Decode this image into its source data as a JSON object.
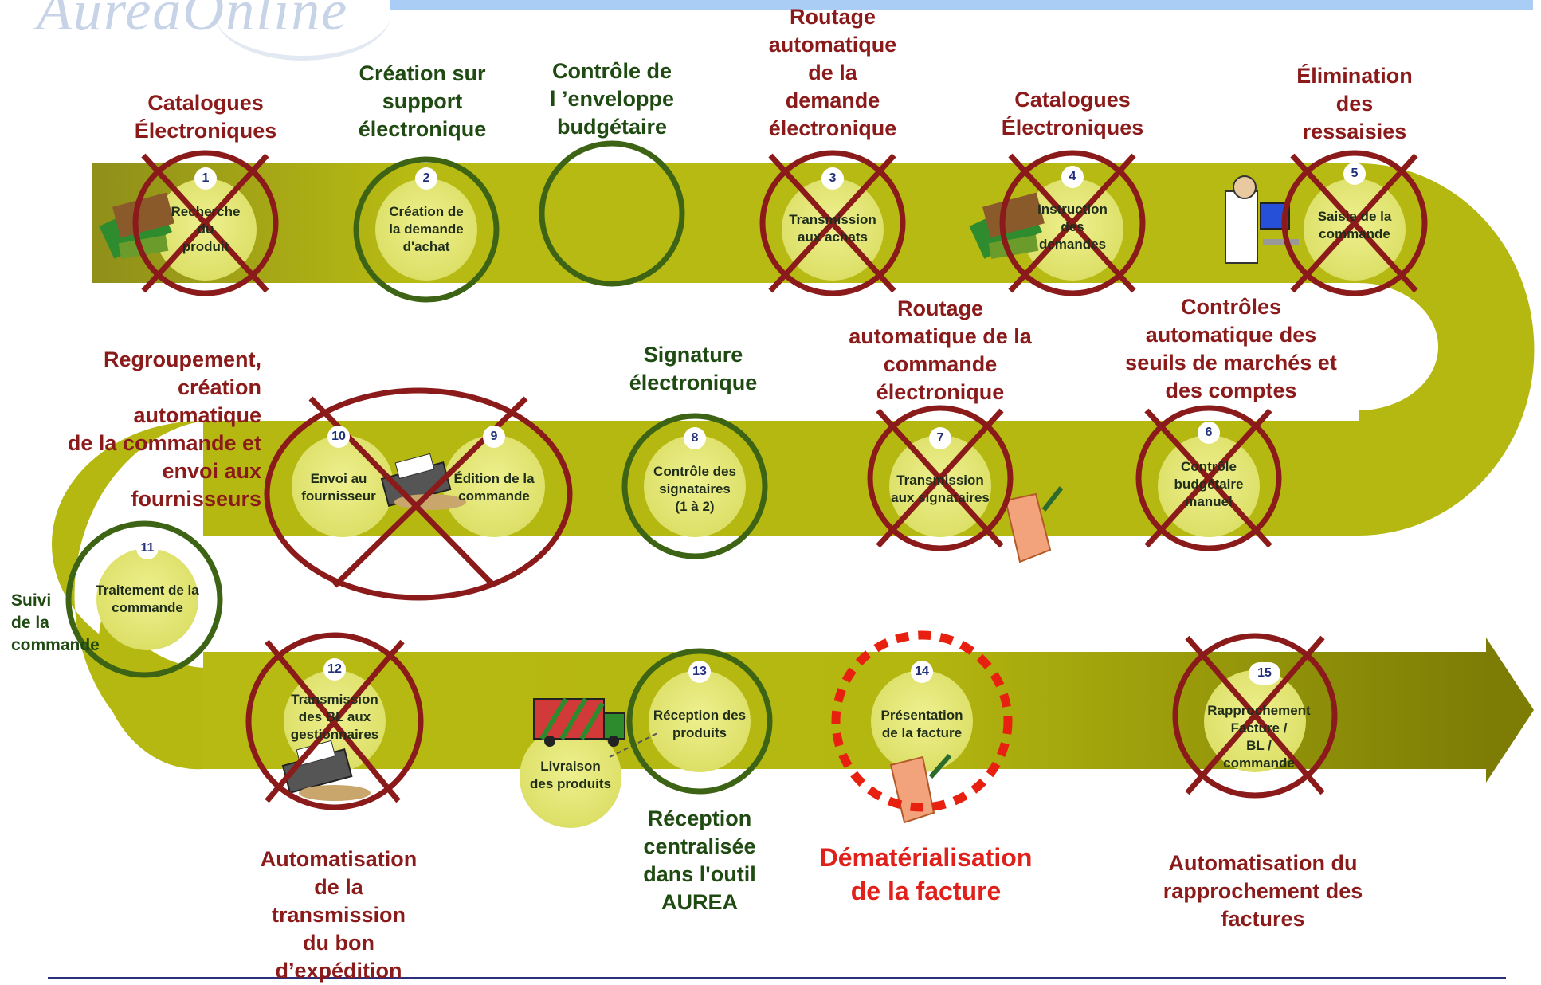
{
  "logo": {
    "text": "AureaOnline"
  },
  "colors": {
    "band": "#b5b811",
    "band_dark": "#8a8a00",
    "node": "#e2e47a",
    "cross_red": "#8b1a1a",
    "circle_green": "#3d6414",
    "highlight": "#e82010",
    "caption_red": "#8b1a1a",
    "caption_green": "#1f4a12"
  },
  "captions": {
    "c1": [
      "Catalogues",
      "Électroniques"
    ],
    "c2": [
      "Création sur",
      "support",
      "électronique"
    ],
    "c_budget": [
      "Contrôle de",
      "l ’enveloppe",
      "budgétaire"
    ],
    "c3": [
      "Routage",
      "automatique",
      "de la",
      "demande",
      "électronique"
    ],
    "c4": [
      "Catalogues",
      "Électroniques"
    ],
    "c5": [
      "Élimination",
      "des",
      "ressaisies"
    ],
    "c_regroup": [
      "Regroupement,",
      "création",
      "automatique",
      "de la commande et",
      "envoi aux",
      "fournisseurs"
    ],
    "c8": [
      "Signature",
      "électronique"
    ],
    "c7": [
      "Routage",
      "automatique de la",
      "commande",
      "électronique"
    ],
    "c6": [
      "Contrôles",
      "automatique des",
      "seuils de marchés et",
      "des comptes"
    ],
    "c_suivi": [
      "Suivi",
      "de la",
      "commande"
    ],
    "c12": [
      "Automatisation",
      "de la",
      "transmission",
      "du bon",
      "d’expédition"
    ],
    "c13": [
      "Réception",
      "centralisée",
      "dans l'outil",
      "AUREA"
    ],
    "c14": [
      "Dématérialisation",
      "de la facture"
    ],
    "c15": [
      "Automatisation du",
      "rapprochement des",
      "factures"
    ]
  },
  "nodes": {
    "n1": {
      "num": "1",
      "label": [
        "Recherche",
        "du",
        "produit"
      ]
    },
    "n2": {
      "num": "2",
      "label": [
        "Création de",
        "la demande",
        "d'achat"
      ]
    },
    "n3": {
      "num": "3",
      "label": [
        "Transmission",
        "aux achats"
      ]
    },
    "n4": {
      "num": "4",
      "label": [
        "Instruction",
        "des",
        "demandes"
      ]
    },
    "n5": {
      "num": "5",
      "label": [
        "Saisie de la",
        "commande"
      ]
    },
    "n6": {
      "num": "6",
      "label": [
        "Contrôle",
        "budgétaire",
        "manuel"
      ]
    },
    "n7": {
      "num": "7",
      "label": [
        "Transmission",
        "aux signataires"
      ]
    },
    "n8": {
      "num": "8",
      "label": [
        "Contrôle des",
        "signataires",
        "(1 à 2)"
      ]
    },
    "n9": {
      "num": "9",
      "label": [
        "Édition de la",
        "commande"
      ]
    },
    "n10": {
      "num": "10",
      "label": [
        "Envoi au",
        "fournisseur"
      ]
    },
    "n11": {
      "num": "11",
      "label": [
        "Traitement de la",
        "commande"
      ]
    },
    "n12": {
      "num": "12",
      "label": [
        "Transmission",
        "des BL aux",
        "gestionnaires"
      ]
    },
    "n13": {
      "num": "13",
      "label": [
        "Réception des",
        "produits"
      ]
    },
    "n14": {
      "num": "14",
      "label": [
        "Présentation",
        "de la facture"
      ]
    },
    "n15": {
      "num": "15",
      "label": [
        "Rapprochement",
        "Facture /",
        "BL /",
        "commande"
      ]
    },
    "livraison": {
      "label": [
        "Livraison",
        "des produits"
      ]
    }
  },
  "status": {
    "crossed": [
      "n1",
      "n3",
      "n4",
      "n5",
      "n6",
      "n7",
      "n9_10",
      "n12",
      "n15"
    ],
    "green_circle": [
      "n2",
      "budget",
      "n8",
      "n11",
      "n13"
    ],
    "highlight_dotted": [
      "n14"
    ]
  }
}
